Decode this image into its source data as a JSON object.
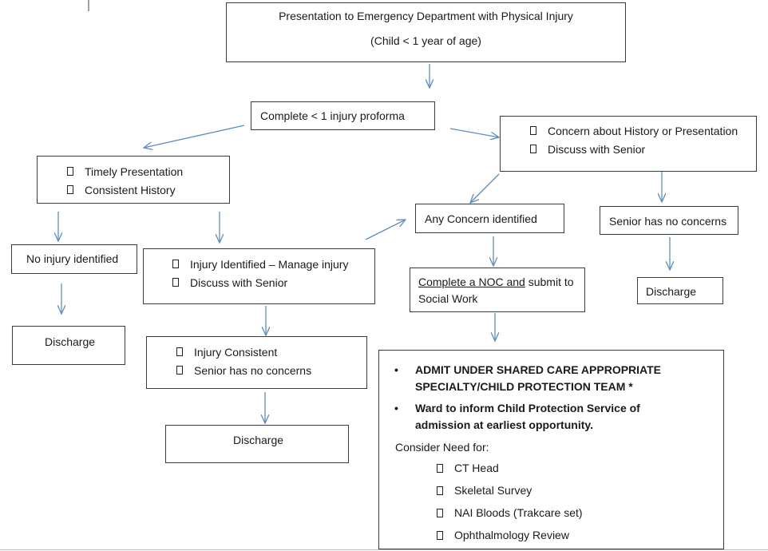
{
  "nodes": {
    "start": {
      "line1": "Presentation to Emergency Department with Physical Injury",
      "line2": "(Child < 1 year of age)"
    },
    "proforma": {
      "label": "Complete < 1 injury proforma"
    },
    "timely": {
      "items": [
        "Timely Presentation",
        "Consistent History"
      ]
    },
    "concern_history": {
      "items": [
        "Concern about History or Presentation",
        "Discuss with Senior"
      ]
    },
    "no_injury": {
      "label": "No injury identified"
    },
    "discharge_left": {
      "label": "Discharge"
    },
    "injury_identified": {
      "items": [
        "Injury Identified – Manage injury",
        "Discuss with Senior"
      ]
    },
    "injury_consistent": {
      "items": [
        "Injury Consistent",
        "Senior has no concerns"
      ]
    },
    "discharge_middle": {
      "label": "Discharge"
    },
    "any_concern": {
      "label": "Any Concern identified"
    },
    "senior_no_concerns": {
      "label": "Senior has no concerns"
    },
    "discharge_right": {
      "label": "Discharge"
    },
    "noc": {
      "underlined": "Complete a NOC and",
      "rest": " submit to",
      "line2": "Social Work"
    },
    "admit": {
      "bullet1_line1": "ADMIT UNDER SHARED CARE APPROPRIATE",
      "bullet1_line2": "SPECIALTY/CHILD PROTECTION TEAM *",
      "bullet2_line1": "Ward to inform Child Protection Service of",
      "bullet2_line2": "admission at earliest opportunity.",
      "consider": "Consider Need for:",
      "items": [
        "CT Head",
        "Skeletal Survey",
        "NAI Bloods (Trakcare set)",
        "Ophthalmology Review"
      ]
    }
  },
  "colors": {
    "arrow": "#5b8ec2",
    "border": "#3a3a3a"
  }
}
